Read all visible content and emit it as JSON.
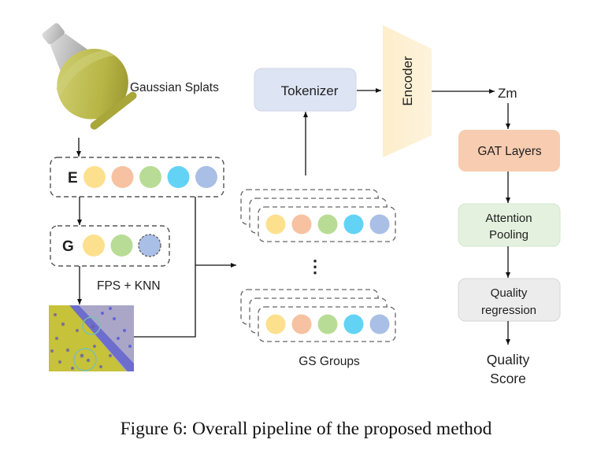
{
  "input": {
    "label": "Gaussian Splats",
    "icon": "bottle-3d-model"
  },
  "embeddings": {
    "label": "E",
    "tokens": [
      "#fde08e",
      "#f7c2a2",
      "#b8dc95",
      "#62d3f5",
      "#a9bfe6"
    ]
  },
  "grouping": {
    "label": "G",
    "tokens": [
      "#fde08e",
      "#b8dc95",
      "#a9bfe6"
    ],
    "step_label": "FPS + KNN",
    "image": "fps-knn-visualization"
  },
  "gs_groups": {
    "label": "GS Groups",
    "ellipsis": "⋮",
    "stacks": [
      {
        "tokens": [
          "#fde08e",
          "#f7c2a2",
          "#b8dc95",
          "#62d3f5",
          "#a9bfe6"
        ]
      },
      {
        "tokens": [
          "#fde08e",
          "#f7c2a2",
          "#b8dc95",
          "#62d3f5",
          "#a9bfe6"
        ]
      }
    ]
  },
  "tokenizer": {
    "label": "Tokenizer",
    "color": "#dde4f4"
  },
  "encoder": {
    "label": "Encoder",
    "color": "#fdf0d2"
  },
  "latent": {
    "label": "Zm"
  },
  "head": {
    "blocks": [
      {
        "id": "gat",
        "label": "GAT Layers",
        "color": "#f8ccb0"
      },
      {
        "id": "attention-pooling",
        "label_lines": [
          "Attention",
          "Pooling"
        ],
        "color": "#e4f1df"
      },
      {
        "id": "quality-regression",
        "label_lines": [
          "Quality",
          "regression"
        ],
        "color": "#ececec"
      }
    ],
    "output_lines": [
      "Quality",
      "Score"
    ]
  },
  "caption": "Figure 6: Overall pipeline of the proposed method"
}
